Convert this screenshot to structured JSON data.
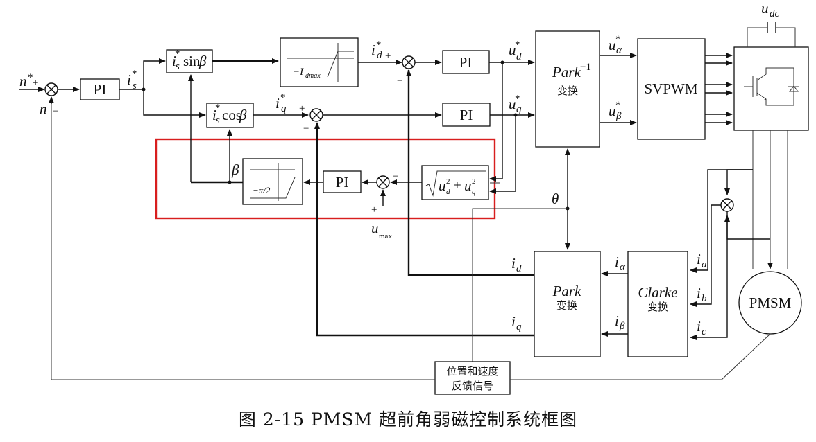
{
  "caption": "图 2-15 PMSM 超前角弱磁控制系统框图",
  "blocks": {
    "pi_speed": "PI",
    "pi_d": "PI",
    "pi_q": "PI",
    "pi_weak": "PI",
    "park_inv_name": "Park",
    "park_inv_sup": "−1",
    "park_inv_sub": "变换",
    "svpwm": "SVPWM",
    "park_name": "Park",
    "park_sub": "变换",
    "clarke_name": "Clarke",
    "clarke_sub": "变换",
    "pmsm": "PMSM",
    "feedback_line1": "位置和速度",
    "feedback_line2": "反馈信号"
  },
  "signals": {
    "n_ref": "n",
    "n": "n",
    "is_ref": "i",
    "id_ref": "i",
    "iq_ref": "i",
    "ud_ref": "u",
    "uq_ref": "u",
    "ualpha": "u",
    "ubeta": "u",
    "udc": "u",
    "theta": "θ",
    "beta": "β",
    "umax": "u",
    "umax_sub": "max",
    "id": "i",
    "iq": "i",
    "ialpha": "i",
    "ibeta": "i",
    "ia": "i",
    "ib": "i",
    "ic": "i",
    "Idmax": "−I",
    "Idmax_sub": "dmax",
    "sin_fn": "sin",
    "cos_fn": "cos",
    "neg_pi_half": "−π/2"
  },
  "signs": {
    "plus": "+",
    "minus": "−"
  },
  "colors": {
    "line": "#111111",
    "highlight": "#d81e1e"
  }
}
